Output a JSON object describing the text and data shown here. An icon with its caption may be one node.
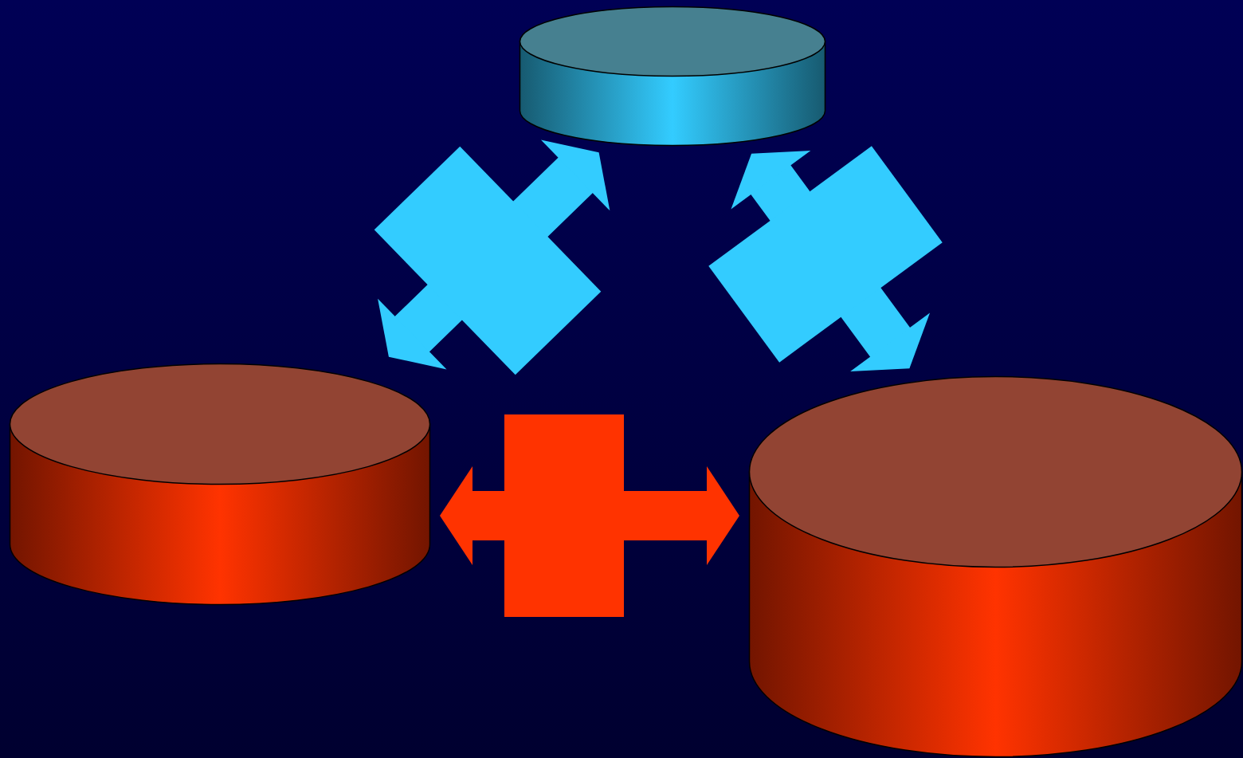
{
  "diagram": {
    "nodes": [
      {
        "text": [],
        "shape": "cylinder"
      },
      {
        "text": [],
        "shape": "cylinder"
      },
      {
        "text": [],
        "shape": "cylinder"
      }
    ],
    "edges": [
      {
        "from": 0,
        "to": 1,
        "arrow": "both"
      },
      {
        "from": 0,
        "to": 2,
        "arrow": "both"
      },
      {
        "from": 1,
        "to": 2,
        "arrow": "both",
        "color": "#ff3300"
      }
    ]
  }
}
